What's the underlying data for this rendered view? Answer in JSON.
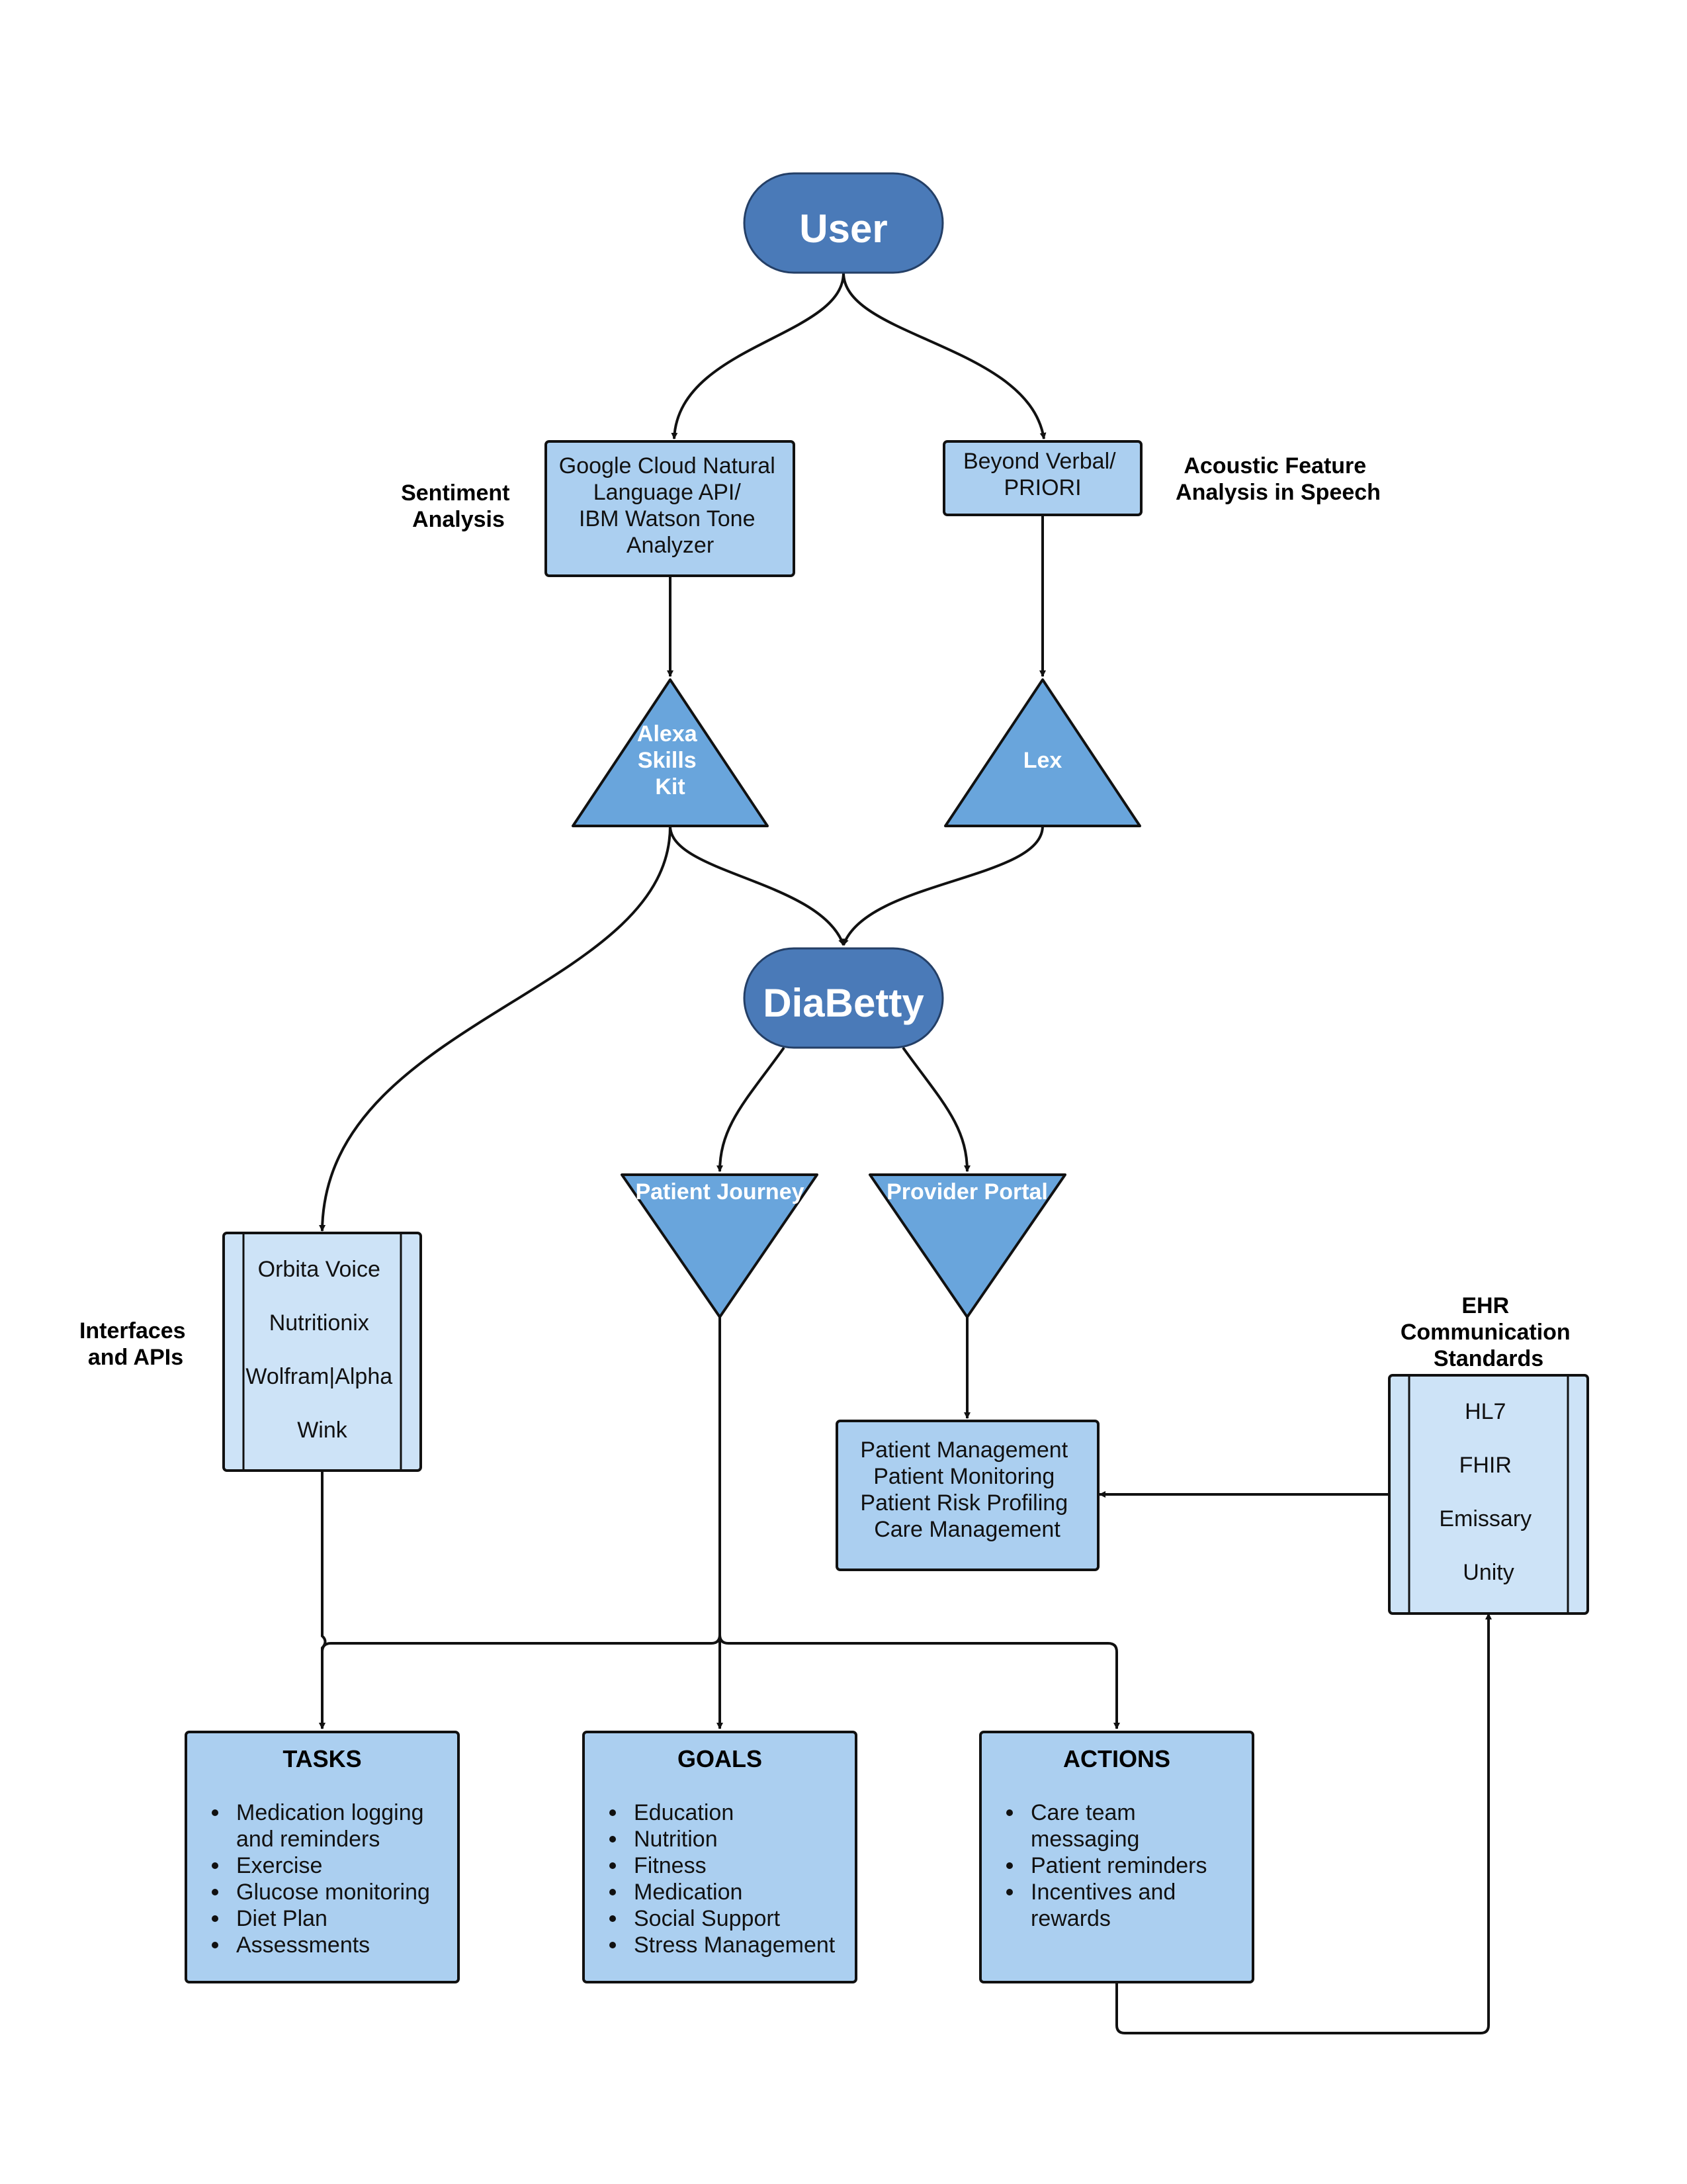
{
  "nodes": {
    "user": "User",
    "diabetty": "DiaBetty",
    "nlp_box": [
      "Google Cloud Natural",
      "Language API/",
      "IBM Watson Tone",
      "Analyzer"
    ],
    "voice_box": [
      "Beyond Verbal/",
      "PRIORI"
    ],
    "alexa": [
      "Alexa",
      "Skills",
      "Kit"
    ],
    "lex": "Lex",
    "patient_journey": "Patient Journey",
    "provider_portal": "Provider Portal",
    "interfaces": [
      "Orbita Voice",
      "Nutritionix",
      "Wolfram|Alpha",
      "Wink"
    ],
    "patient_mgmt": [
      "Patient Management",
      "Patient Monitoring",
      "Patient Risk Profiling",
      "Care Management"
    ],
    "ehr": [
      "HL7",
      "FHIR",
      "Emissary",
      "Unity"
    ],
    "tasks": {
      "title": "TASKS",
      "items": [
        [
          "Medication logging",
          "and reminders"
        ],
        [
          "Exercise"
        ],
        [
          "Glucose monitoring"
        ],
        [
          "Diet Plan"
        ],
        [
          "Assessments"
        ]
      ]
    },
    "goals": {
      "title": "GOALS",
      "items": [
        [
          "Education"
        ],
        [
          "Nutrition"
        ],
        [
          "Fitness"
        ],
        [
          "Medication"
        ],
        [
          "Social Support"
        ],
        [
          "Stress Management"
        ]
      ]
    },
    "actions": {
      "title": "ACTIONS",
      "items": [
        [
          "Care team",
          "messaging"
        ],
        [
          "Patient reminders"
        ],
        [
          "Incentives and",
          "rewards"
        ]
      ]
    }
  },
  "side_labels": {
    "sentiment": [
      "Sentiment",
      "Analysis"
    ],
    "acoustic": [
      "Acoustic Feature",
      "Analysis in Speech"
    ],
    "interfaces": [
      "Interfaces",
      "and APIs"
    ],
    "ehr": [
      "EHR",
      "Communication",
      "Standards"
    ]
  },
  "edges": [
    {
      "from": "User",
      "to": "Google Cloud Natural Language API/ IBM Watson Tone Analyzer"
    },
    {
      "from": "User",
      "to": "Beyond Verbal/ PRIORI"
    },
    {
      "from": "Google Cloud Natural Language API/ IBM Watson Tone Analyzer",
      "to": "Alexa Skills Kit"
    },
    {
      "from": "Beyond Verbal/ PRIORI",
      "to": "Lex"
    },
    {
      "from": "Alexa Skills Kit",
      "to": "DiaBetty"
    },
    {
      "from": "Lex",
      "to": "DiaBetty"
    },
    {
      "from": "Alexa Skills Kit",
      "to": "Orbita Voice / Nutritionix / Wolfram|Alpha / Wink"
    },
    {
      "from": "DiaBetty",
      "to": "Patient Journey"
    },
    {
      "from": "DiaBetty",
      "to": "Provider Portal"
    },
    {
      "from": "Provider Portal",
      "to": "Patient Management"
    },
    {
      "from": "HL7 / FHIR / Emissary / Unity",
      "to": "Patient Management"
    },
    {
      "from": "Orbita Voice / Nutritionix / Wolfram|Alpha / Wink",
      "to": "TASKS"
    },
    {
      "from": "Patient Journey",
      "to": "TASKS"
    },
    {
      "from": "Patient Journey",
      "to": "GOALS"
    },
    {
      "from": "Patient Journey",
      "to": "ACTIONS"
    },
    {
      "from": "ACTIONS",
      "to": "HL7 / FHIR / Emissary / Unity"
    }
  ],
  "colors": {
    "terminal_fill": "#4a7ab8",
    "box_fill": "#abcff0",
    "triangle_fill": "#69a5dc",
    "list_box_fill": "#cde3f7",
    "stroke": "#111111"
  }
}
